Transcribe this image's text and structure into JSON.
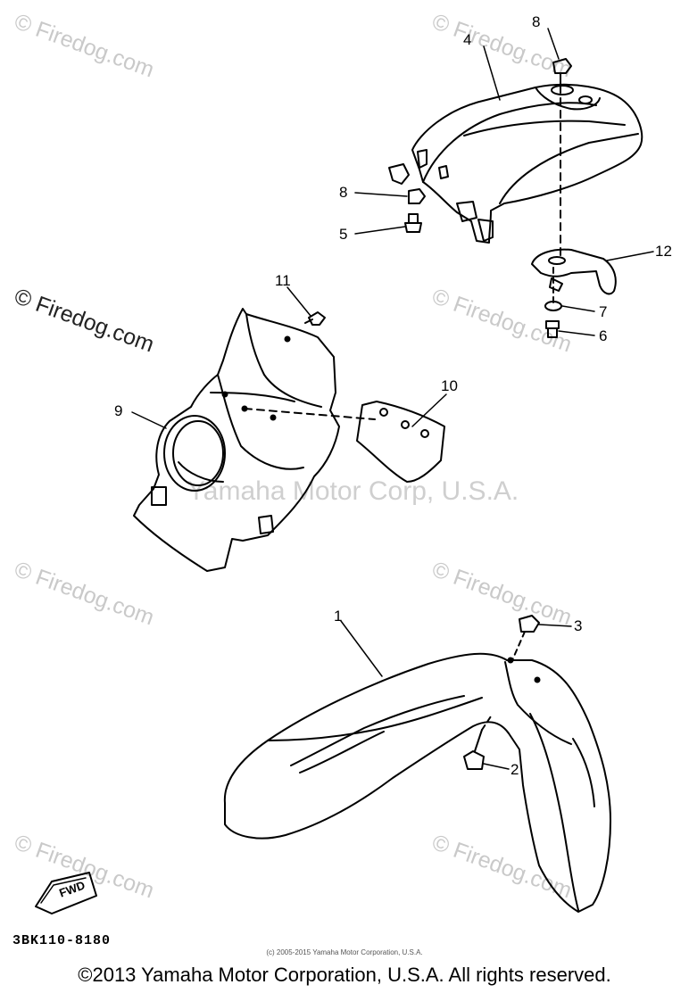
{
  "watermark": {
    "site": "© Firedog.com",
    "center": "Yamaha Motor Corp, U.S.A."
  },
  "callouts": [
    "1",
    "2",
    "3",
    "4",
    "5",
    "6",
    "7",
    "8",
    "8",
    "9",
    "10",
    "11",
    "12"
  ],
  "fwd_label": "FWD",
  "part_code": "3BK110-8180",
  "small_copyright": "(c) 2005-2015 Yamaha Motor Corporation, U.S.A.",
  "footer": "©2013 Yamaha Motor Corporation, U.S.A. All rights reserved."
}
